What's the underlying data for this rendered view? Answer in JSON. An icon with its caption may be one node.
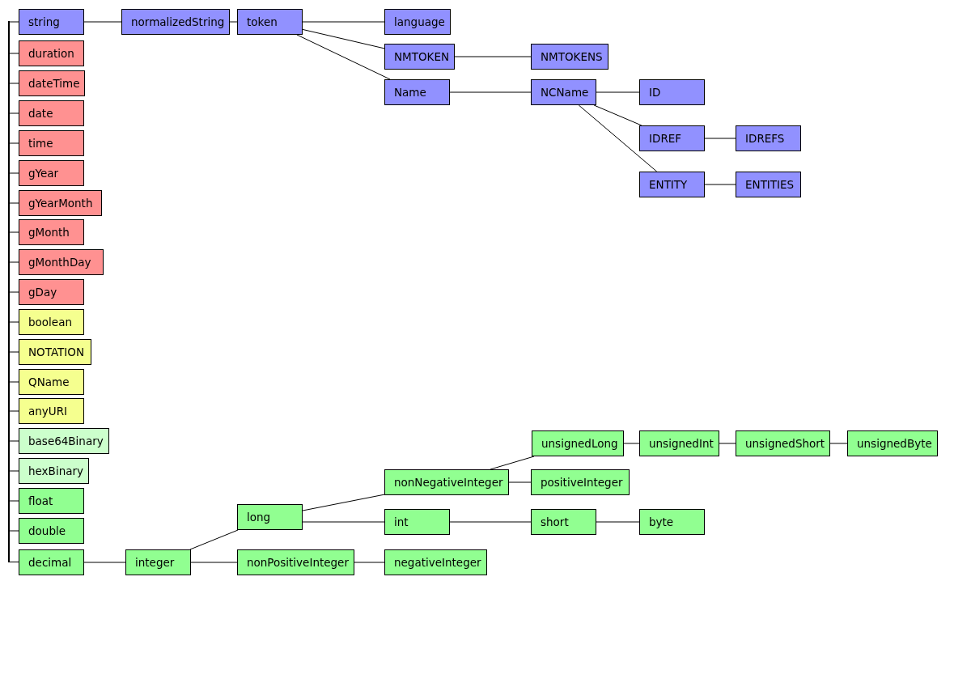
{
  "diagram": {
    "nodes": [
      {
        "text": [
          "string"
        ]
      },
      {
        "text": [
          "normalizedString"
        ]
      },
      {
        "text": [
          "token"
        ]
      },
      {
        "text": [
          "language"
        ]
      },
      {
        "text": [
          "NMTOKEN"
        ]
      },
      {
        "text": [
          "NMTOKENS"
        ]
      },
      {
        "text": [
          "Name"
        ]
      },
      {
        "text": [
          "NCName"
        ]
      },
      {
        "text": [
          "ID"
        ]
      },
      {
        "text": [
          "IDREF"
        ]
      },
      {
        "text": [
          "IDREFS"
        ]
      },
      {
        "text": [
          "ENTITY"
        ]
      },
      {
        "text": [
          "ENTITIES"
        ]
      },
      {
        "text": [
          "duration"
        ]
      },
      {
        "text": [
          "dateTime"
        ]
      },
      {
        "text": [
          "date"
        ]
      },
      {
        "text": [
          "time"
        ]
      },
      {
        "text": [
          "gYear"
        ]
      },
      {
        "text": [
          "gYearMonth"
        ]
      },
      {
        "text": [
          "gMonth"
        ]
      },
      {
        "text": [
          "gMonthDay"
        ]
      },
      {
        "text": [
          "gDay"
        ]
      },
      {
        "text": [
          "boolean"
        ]
      },
      {
        "text": [
          "NOTATION"
        ]
      },
      {
        "text": [
          "QName"
        ]
      },
      {
        "text": [
          "anyURI"
        ]
      },
      {
        "text": [
          "base64Binary"
        ]
      },
      {
        "text": [
          "hexBinary"
        ]
      },
      {
        "text": [
          "float"
        ]
      },
      {
        "text": [
          "double"
        ]
      },
      {
        "text": [
          "decimal"
        ]
      },
      {
        "text": [
          "integer"
        ]
      },
      {
        "text": [
          "long"
        ]
      },
      {
        "text": [
          "nonPositiveInteger"
        ]
      },
      {
        "text": [
          "negativeInteger"
        ]
      },
      {
        "text": [
          "nonNegativeInteger"
        ]
      },
      {
        "text": [
          "int"
        ]
      },
      {
        "text": [
          "short"
        ]
      },
      {
        "text": [
          "byte"
        ]
      },
      {
        "text": [
          "unsignedLong"
        ]
      },
      {
        "text": [
          "unsignedInt"
        ]
      },
      {
        "text": [
          "unsignedShort"
        ]
      },
      {
        "text": [
          "unsignedByte"
        ]
      },
      {
        "text": [
          "positiveInteger"
        ]
      },
      {
        "text": [],
        "shape": "bar"
      }
    ],
    "edges": [
      {
        "from": 0,
        "to": 1,
        "arrow": "none"
      },
      {
        "from": 1,
        "to": 2,
        "arrow": "none"
      },
      {
        "from": 2,
        "to": 3,
        "arrow": "none"
      },
      {
        "from": 2,
        "to": 4,
        "arrow": "none"
      },
      {
        "from": 2,
        "to": 6,
        "arrow": "none"
      },
      {
        "from": 4,
        "to": 5,
        "arrow": "none"
      },
      {
        "from": 6,
        "to": 7,
        "arrow": "none"
      },
      {
        "from": 7,
        "to": 8,
        "arrow": "none"
      },
      {
        "from": 7,
        "to": 9,
        "arrow": "none"
      },
      {
        "from": 7,
        "to": 11,
        "arrow": "none"
      },
      {
        "from": 9,
        "to": 10,
        "arrow": "none"
      },
      {
        "from": 11,
        "to": 12,
        "arrow": "none"
      },
      {
        "from": 30,
        "to": 31,
        "arrow": "none"
      },
      {
        "from": 31,
        "to": 32,
        "arrow": "none"
      },
      {
        "from": 31,
        "to": 33,
        "arrow": "none"
      },
      {
        "from": 33,
        "to": 34,
        "arrow": "none"
      },
      {
        "from": 32,
        "to": 35,
        "arrow": "none"
      },
      {
        "from": 32,
        "to": 36,
        "arrow": "none"
      },
      {
        "from": 36,
        "to": 37,
        "arrow": "none"
      },
      {
        "from": 37,
        "to": 38,
        "arrow": "none"
      },
      {
        "from": 35,
        "to": 39,
        "arrow": "none"
      },
      {
        "from": 35,
        "to": 43,
        "arrow": "none"
      },
      {
        "from": 39,
        "to": 40,
        "arrow": "none"
      },
      {
        "from": 40,
        "to": 41,
        "arrow": "none"
      },
      {
        "from": 41,
        "to": 42,
        "arrow": "none"
      },
      {
        "from": 44,
        "to": 0,
        "arrow": "none"
      },
      {
        "from": 44,
        "to": 13,
        "arrow": "none"
      },
      {
        "from": 44,
        "to": 14,
        "arrow": "none"
      },
      {
        "from": 44,
        "to": 15,
        "arrow": "none"
      },
      {
        "from": 44,
        "to": 16,
        "arrow": "none"
      },
      {
        "from": 44,
        "to": 17,
        "arrow": "none"
      },
      {
        "from": 44,
        "to": 18,
        "arrow": "none"
      },
      {
        "from": 44,
        "to": 19,
        "arrow": "none"
      },
      {
        "from": 44,
        "to": 20,
        "arrow": "none"
      },
      {
        "from": 44,
        "to": 21,
        "arrow": "none"
      },
      {
        "from": 44,
        "to": 22,
        "arrow": "none"
      },
      {
        "from": 44,
        "to": 23,
        "arrow": "none"
      },
      {
        "from": 44,
        "to": 24,
        "arrow": "none"
      },
      {
        "from": 44,
        "to": 25,
        "arrow": "none"
      },
      {
        "from": 44,
        "to": 26,
        "arrow": "none"
      },
      {
        "from": 44,
        "to": 27,
        "arrow": "none"
      },
      {
        "from": 44,
        "to": 28,
        "arrow": "none"
      },
      {
        "from": 44,
        "to": 29,
        "arrow": "none"
      },
      {
        "from": 44,
        "to": 30,
        "arrow": "none"
      }
    ]
  }
}
